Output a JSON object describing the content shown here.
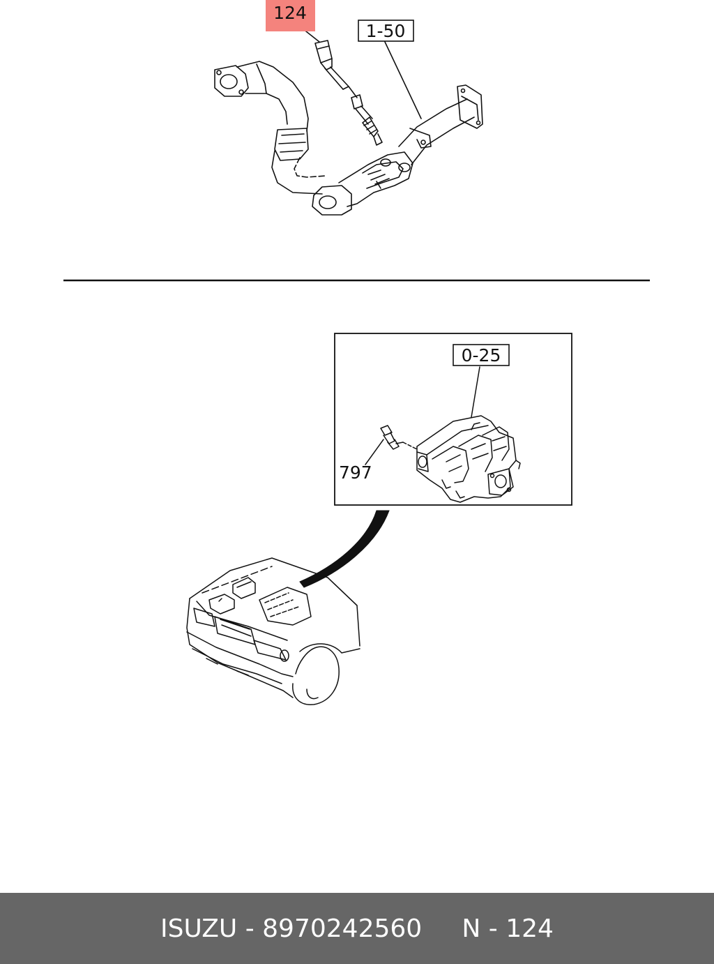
{
  "callouts": {
    "part_124": "124",
    "ref_1_50": "1-50",
    "ref_0_25": "0-25",
    "part_797": "797"
  },
  "footer": {
    "brand": "ISUZU",
    "separator1": " - ",
    "part_number": "8970242560",
    "gap": "     ",
    "section": "N",
    "separator2": " - ",
    "page": "124"
  },
  "colors": {
    "highlight": "#f4837d",
    "footer_bg": "#666666",
    "footer_text": "#ffffff",
    "line": "#111111"
  }
}
